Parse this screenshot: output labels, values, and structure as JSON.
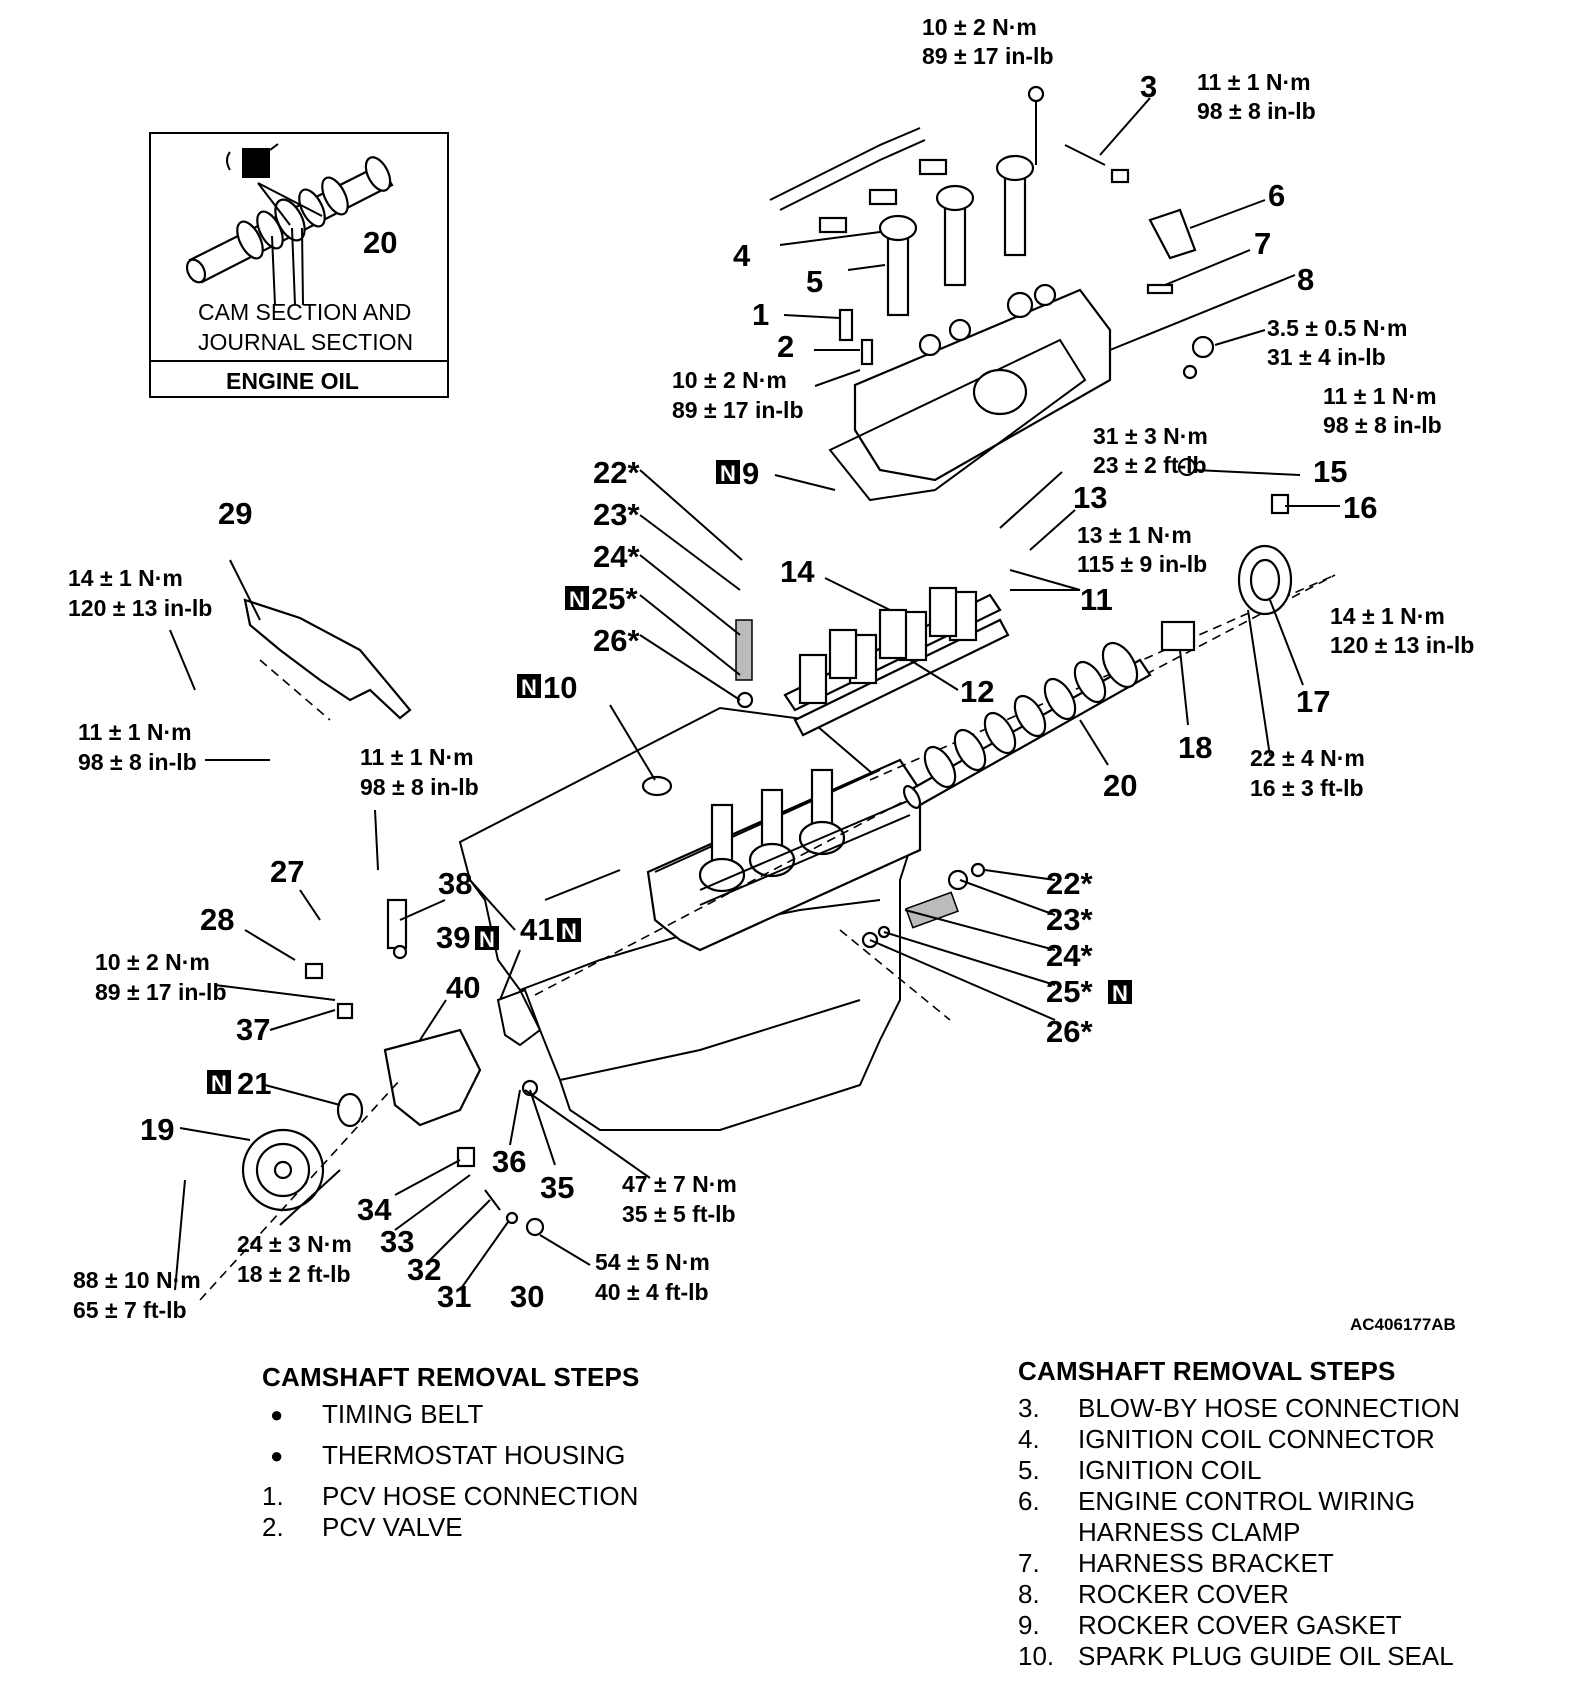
{
  "figure_code": "AC406177AB",
  "inset": {
    "callout": "20",
    "caption_lines": [
      "CAM SECTION AND",
      "JOURNAL SECTION"
    ],
    "oil_label": "ENGINE OIL"
  },
  "callouts": {
    "c1": "1",
    "c2": "2",
    "c3": "3",
    "c4": "4",
    "c5": "5",
    "c6": "6",
    "c7": "7",
    "c8": "8",
    "c9": "9",
    "c10": "10",
    "c11": "11",
    "c12": "12",
    "c13": "13",
    "c14": "14",
    "c15": "15",
    "c16": "16",
    "c17": "17",
    "c18": "18",
    "c19": "19",
    "c20": "20",
    "c21": "21",
    "c22a": "22*",
    "c23a": "23*",
    "c24a": "24*",
    "c25a": "25*",
    "c26a": "26*",
    "c22b": "22*",
    "c23b": "23*",
    "c24b": "24*",
    "c25b": "25*",
    "c26b": "26*",
    "c27": "27",
    "c28": "28",
    "c29": "29",
    "c30": "30",
    "c31": "31",
    "c32": "32",
    "c33": "33",
    "c34": "34",
    "c35": "35",
    "c36": "36",
    "c37": "37",
    "c38": "38",
    "c39": "39",
    "c40": "40",
    "c41": "41",
    "n_badge": "N"
  },
  "torques": {
    "t_top": [
      "10 ± 2 N·m",
      "89 ± 17 in-lb"
    ],
    "t_3": [
      "11 ± 1 N·m",
      "98 ± 8 in-lb"
    ],
    "t_8": [
      "3.5 ± 0.5 N·m",
      "31 ± 4 in-lb"
    ],
    "t_2": [
      "10 ± 2 N·m",
      "89 ± 17 in-lb"
    ],
    "t_15": [
      "11 ± 1 N·m",
      "98 ± 8 in-lb"
    ],
    "t_13a": [
      "31 ± 3 N·m",
      "23 ± 2 ft-lb"
    ],
    "t_13b": [
      "13 ± 1 N·m",
      "115 ± 9 in-lb"
    ],
    "t_17": [
      "14 ± 1 N·m",
      "120 ± 13 in-lb"
    ],
    "t_29a": [
      "14 ± 1 N·m",
      "120 ± 13 in-lb"
    ],
    "t_29b": [
      "11 ± 1 N·m",
      "98 ± 8 in-lb"
    ],
    "t_38": [
      "11 ± 1 N·m",
      "98 ± 8 in-lb"
    ],
    "t_18": [
      "22 ± 4 N·m",
      "16 ± 3 ft-lb"
    ],
    "t_37": [
      "10 ± 2 N·m",
      "89 ± 17 in-lb"
    ],
    "t_35": [
      "47 ± 7 N·m",
      "35 ± 5 ft-lb"
    ],
    "t_30": [
      "54 ± 5 N·m",
      "40 ± 4 ft-lb"
    ],
    "t_24": [
      "24 ± 3 N·m",
      "18 ± 2 ft-lb"
    ],
    "t_88": [
      "88 ± 10 N·m",
      "65 ± 7 ft-lb"
    ]
  },
  "steps_left": {
    "title": "CAMSHAFT REMOVAL STEPS",
    "bullets": [
      {
        "mark": "●",
        "text": "TIMING BELT"
      },
      {
        "mark": "●",
        "text": "THERMOSTAT HOUSING"
      }
    ],
    "items": [
      {
        "num": "1.",
        "text": "PCV HOSE CONNECTION"
      },
      {
        "num": "2.",
        "text": "PCV VALVE"
      }
    ]
  },
  "steps_right": {
    "title": "CAMSHAFT REMOVAL STEPS",
    "items": [
      {
        "num": "3.",
        "text": "BLOW-BY HOSE CONNECTION"
      },
      {
        "num": "4.",
        "text": "IGNITION COIL CONNECTOR"
      },
      {
        "num": "5.",
        "text": "IGNITION COIL"
      },
      {
        "num": "6.",
        "text": "ENGINE CONTROL WIRING"
      },
      {
        "num": "",
        "text": "HARNESS CLAMP"
      },
      {
        "num": "7.",
        "text": "HARNESS BRACKET"
      },
      {
        "num": "8.",
        "text": "ROCKER COVER"
      },
      {
        "num": "9.",
        "text": "ROCKER COVER GASKET"
      },
      {
        "num": "10.",
        "text": "SPARK PLUG GUIDE OIL SEAL"
      }
    ]
  }
}
